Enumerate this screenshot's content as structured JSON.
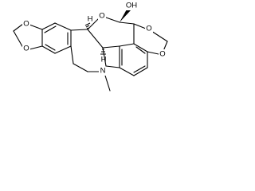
{
  "molecule": {
    "atoms": {
      "O_topleft_upper": "O",
      "O_topleft_lower": "O",
      "O_ring": "O",
      "OH": "OH",
      "H_upper": "H",
      "H_lower": "H",
      "N": "N",
      "O_right_upper": "O",
      "O_right_lower": "O"
    }
  }
}
